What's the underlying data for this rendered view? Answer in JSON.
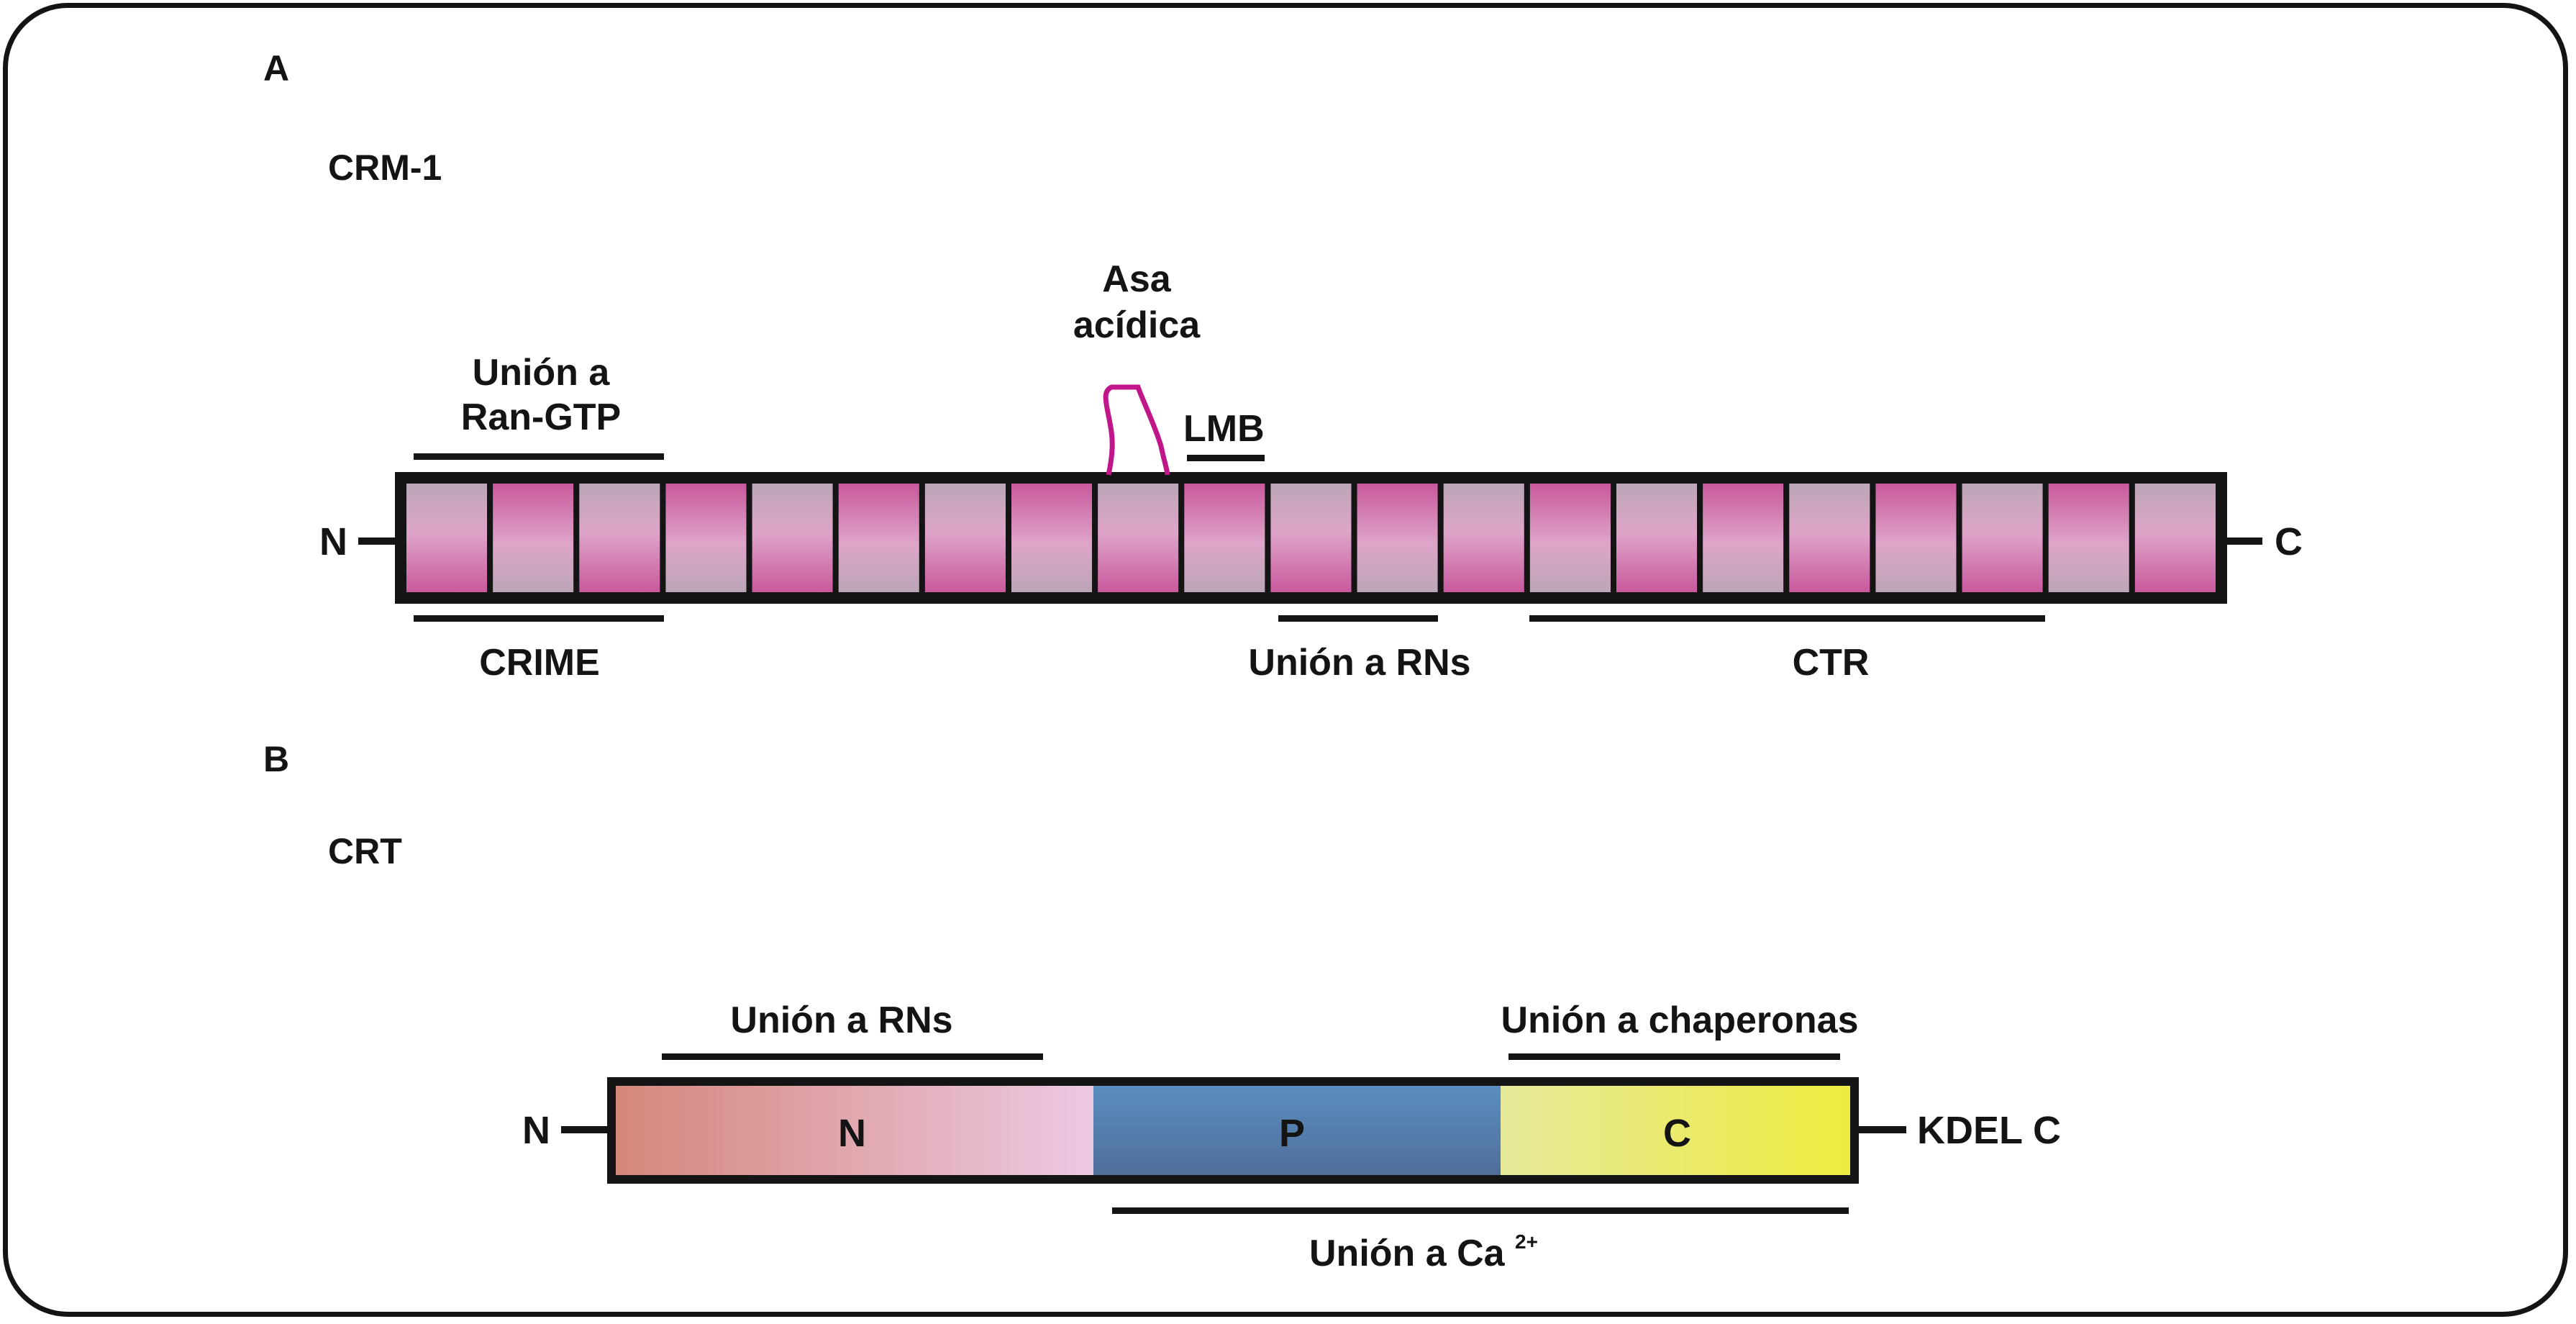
{
  "panel_a": {
    "letter": "A",
    "protein": "CRM-1",
    "n_term": "N",
    "c_term": "C",
    "segment_count": 21,
    "annotations": {
      "ran_gtp": "Unión a Ran-GTP",
      "ran_gtp_line1": "Unión a",
      "ran_gtp_line2": "Ran-GTP",
      "acidic_loop_line1": "Asa",
      "acidic_loop_line2": "acídica",
      "lmb": "LMB",
      "crime": "CRIME",
      "rns": "Unión a RNs",
      "ctr": "CTR"
    },
    "colors": {
      "magenta": "#c8559a",
      "light_pink": "#dea5c9",
      "grey_pink": "#b9a6b6",
      "loop": "#c0168a"
    }
  },
  "panel_b": {
    "letter": "B",
    "protein": "CRT",
    "n_term": "N",
    "c_term": "KDEL C",
    "domains": [
      {
        "label": "N",
        "color_start": "#d5867a",
        "color_end": "#ecc9e3"
      },
      {
        "label": "P",
        "color_start": "#5b8fc2",
        "color_end": "#4f6d98"
      },
      {
        "label": "C",
        "color_start": "#e6e99b",
        "color_end": "#eeeb3e"
      }
    ],
    "annotations": {
      "rns": "Unión a RNs",
      "chaperones": "Unión a chaperonas",
      "calcium": "Unión a Ca",
      "calcium_sup": "2+"
    }
  }
}
